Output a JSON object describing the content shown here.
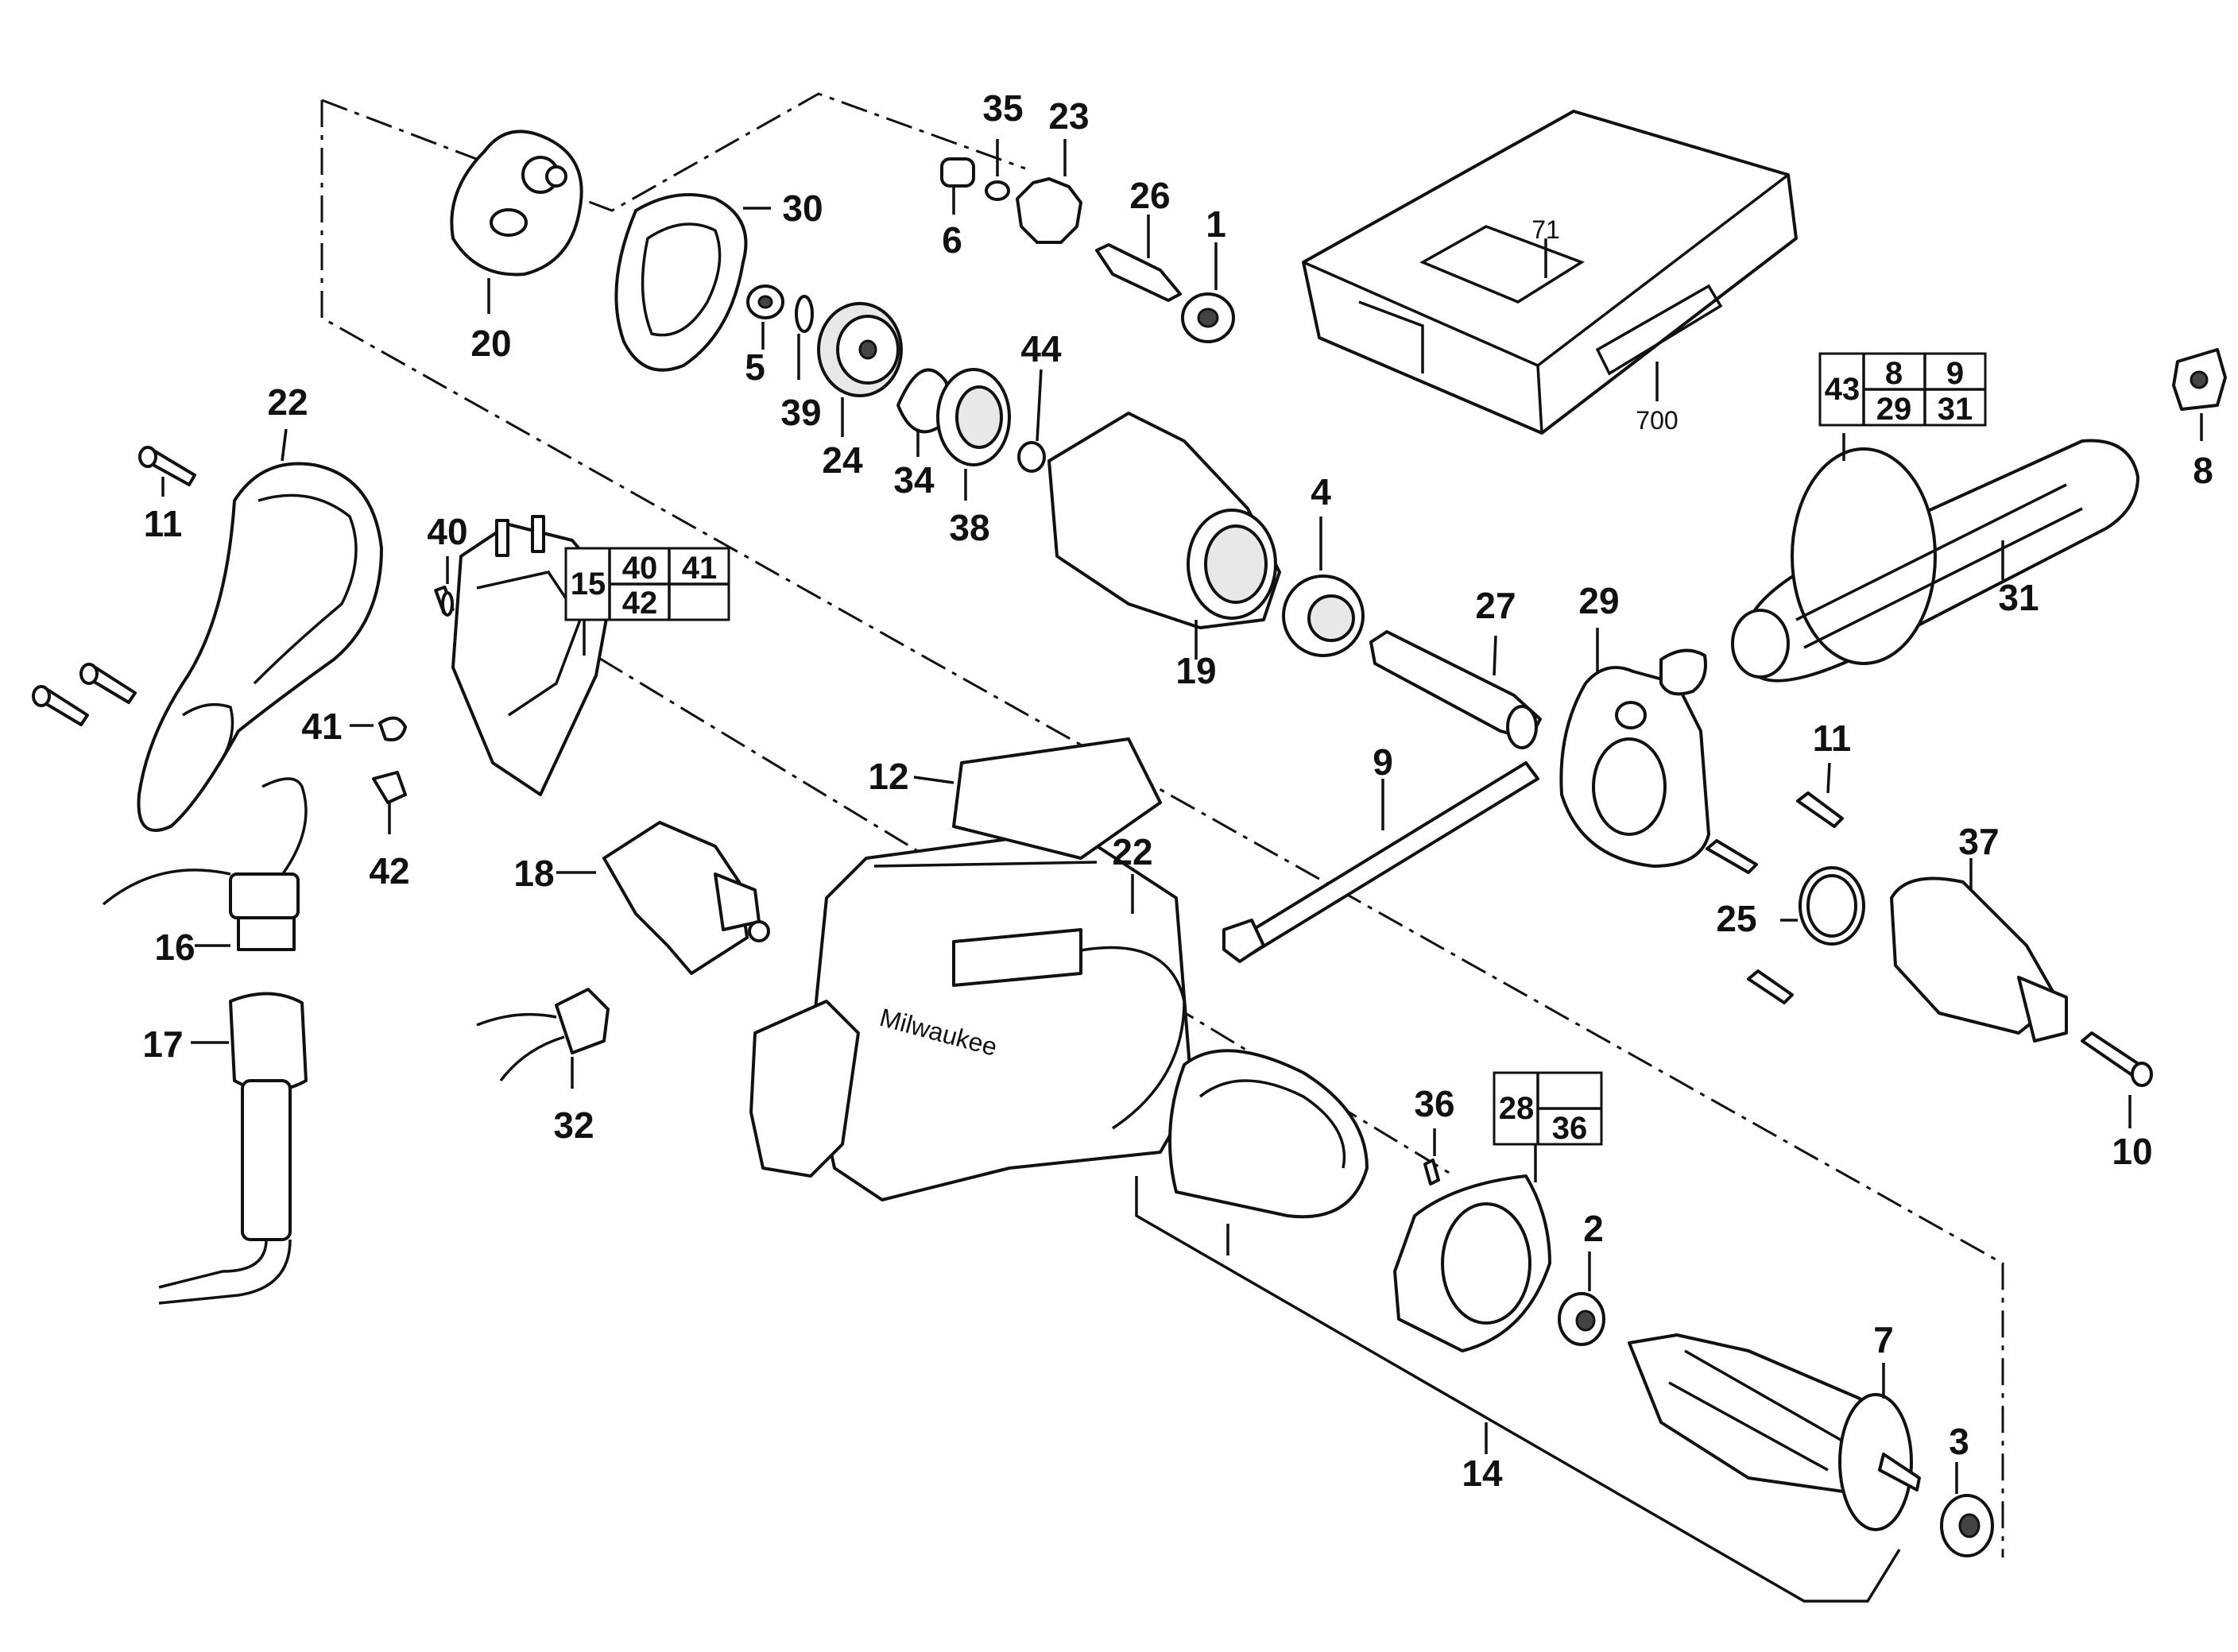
{
  "labels": {
    "p1": "1",
    "p2": "2",
    "p3": "3",
    "p4": "4",
    "p5": "5",
    "p6": "6",
    "p7": "7",
    "p8": "8",
    "p9": "9",
    "p10": "10",
    "p11a": "11",
    "p11b": "11",
    "p12": "12",
    "p14": "14",
    "p16": "16",
    "p17": "17",
    "p18": "18",
    "p19": "19",
    "p20": "20",
    "p22a": "22",
    "p22b": "22",
    "p23": "23",
    "p24": "24",
    "p25": "25",
    "p26": "26",
    "p27": "27",
    "p29": "29",
    "p30": "30",
    "p31": "31",
    "p32": "32",
    "p34": "34",
    "p35": "35",
    "p36": "36",
    "p37": "37",
    "p38": "38",
    "p39": "39",
    "p40": "40",
    "p41": "41",
    "p42": "42",
    "p44": "44",
    "p71": "71",
    "p700": "700"
  },
  "kits": {
    "kit15": {
      "main": "15",
      "c1": "40",
      "c2": "41",
      "c3": "42"
    },
    "kit43": {
      "main": "43",
      "c1": "8",
      "c2": "9",
      "c3": "29",
      "c4": "31"
    },
    "kit28": {
      "main": "28",
      "c1": "36"
    }
  },
  "brand_text": "Milwaukee"
}
